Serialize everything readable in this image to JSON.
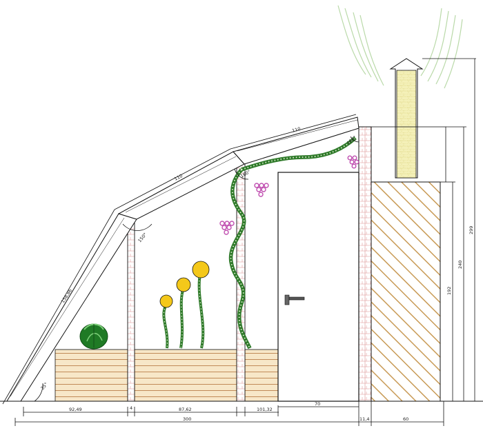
{
  "dimensions": {
    "rafter_left": "158,86",
    "rafter_middle": "110",
    "rafter_top": "110",
    "angle_base": "35°",
    "angle_joint1": "150°",
    "angle_joint2": "160°",
    "angle_top": "165°",
    "seg1": "92,49",
    "post_gap": "4",
    "seg2": "87,62",
    "seg3": "101,32",
    "door_width": "70",
    "total_width": "300",
    "wall_thickness": "11,4",
    "chimney_width": "60",
    "height_192": "192",
    "height_240": "240",
    "height_299": "299"
  },
  "colors": {
    "wood_light": "#f7e7c8",
    "wood_line": "#c08a57",
    "vine_green": "#3d9a35",
    "flower_yellow": "#f4c81a",
    "grape_pink": "#c04fb0",
    "chimney_brick": "#f2eeb0",
    "hatch": "#c89a55",
    "steam": "#b9d9a8"
  }
}
